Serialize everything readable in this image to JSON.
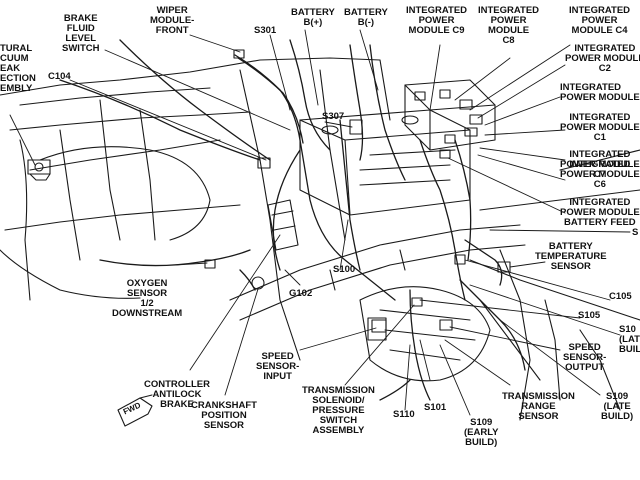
{
  "labels": {
    "brake_fluid": "BRAKE\nFLUID\nLEVEL\nSWITCH",
    "wiper": "WIPER\nMODULE-\nFRONT",
    "s301": "S301",
    "battery_pos": "BATTERY\nB(+)",
    "battery_neg": "BATTERY\nB(-)",
    "ipm_c9": "INTEGRATED\nPOWER\nMODULE C9",
    "ipm_c8": "INTEGRATED\nPOWER\nMODULE\nC8",
    "ipm_c4": "INTEGRATED\nPOWER\nMODULE C4",
    "ipm_c2": "INTEGRATED\nPOWER MODULE\nC2",
    "ipm_c3": "INTEGRATED\nPOWER MODULE",
    "ipm_c1": "INTEGRATED\nPOWER MODULE\nC1",
    "ipm_c7": "INTEGRATED\nPOWER MODULE\nC7",
    "ipm_c6": "INTEGRATED\nPOWER MODULE\nC6",
    "ipm_feed": "INTEGRATED\nPOWER MODULE\nBATTERY FEED",
    "s_edge": "S",
    "natural_vacuum": "TURAL\nCUUM\nEAK\nECTION\nEMBLY",
    "c104": "C104",
    "s307": "S307",
    "battery_temp": "BATTERY\nTEMPERATURE\nSENSOR",
    "c105": "C105",
    "s105": "S105",
    "s108": "S10\n(LAT\nBUIL",
    "oxygen": "OXYGEN\nSENSOR\n1/2\nDOWNSTREAM",
    "s100": "S100",
    "g102": "G102",
    "speed_output": "SPEED\nSENSOR-\nOUTPUT",
    "speed_input": "SPEED\nSENSOR-\nINPUT",
    "s109_late": "S109\n(LATE\nBUILD)",
    "controller_abs": "CONTROLLER\nANTILOCK\nBRAKE",
    "trans_range": "TRANSMISSION\nRANGE\nSENSOR",
    "s110": "S110",
    "s101": "S101",
    "crankshaft": "CRANKSHAFT\nPOSITION\nSENSOR",
    "trans_solenoid": "TRANSMISSION\nSOLENOID/\nPRESSURE\nSWITCH\nASSEMBLY",
    "s109_early": "S109\n(EARLY\nBUILD)",
    "fwd": "FWD"
  }
}
